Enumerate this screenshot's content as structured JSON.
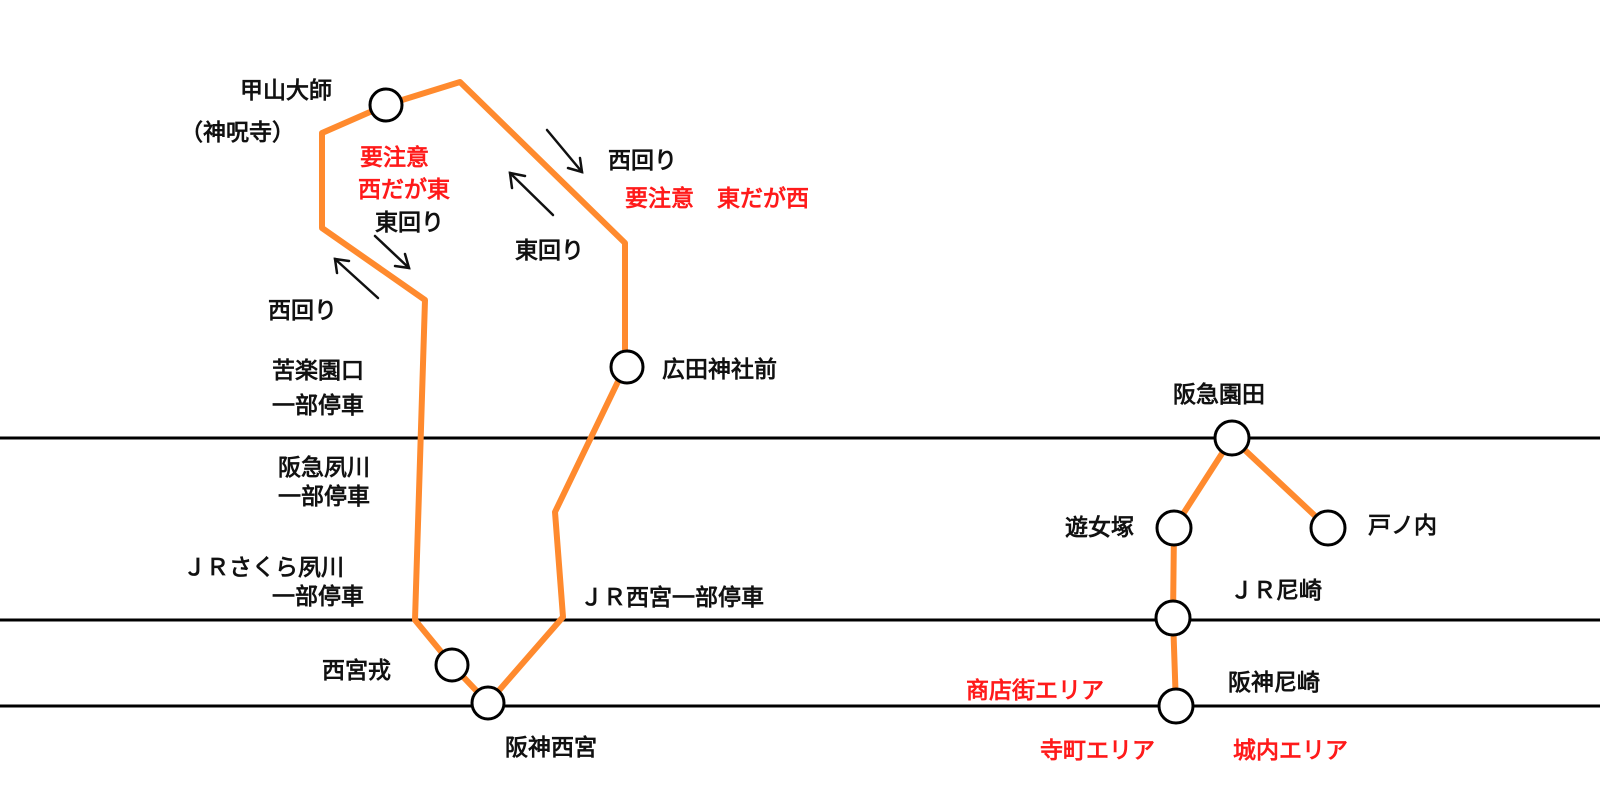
{
  "colors": {
    "route": "#ff8a2e",
    "warning": "#ff1a1a",
    "line": "#000000"
  },
  "stations": {
    "kabutoyama": "甲山大師",
    "kabutoyama_sub": "（神呪寺）",
    "hirota": "広田神社前",
    "kurakuenguchi": "苦楽園口",
    "kurakuenguchi_note": "一部停車",
    "hankyu_shukugawa": "阪急夙川",
    "hankyu_shukugawa_note": "一部停車",
    "jr_sakura_shukugawa": "ＪＲさくら夙川",
    "jr_sakura_shukugawa_note": "一部停車",
    "jr_nishinomiya": "ＪＲ西宮一部停車",
    "nishinomiya_ebisu": "西宮戎",
    "hanshin_nishinomiya": "阪神西宮",
    "hankyu_sonoda": "阪急園田",
    "yunazuka": "遊女塚",
    "tonouchi": "戸ノ内",
    "jr_amagasaki": "ＪＲ尼崎",
    "hanshin_amagasaki": "阪神尼崎"
  },
  "directions": {
    "west_loop_left": "西回り",
    "east_loop_left": "東回り",
    "west_loop_right": "西回り",
    "east_loop_right": "東回り"
  },
  "warnings": {
    "left_line1": "要注意",
    "left_line2": "西だが東",
    "right": "要注意　東だが西"
  },
  "areas": {
    "shopping": "商店街エリア",
    "teramachi": "寺町エリア",
    "jonai": "城内エリア"
  }
}
